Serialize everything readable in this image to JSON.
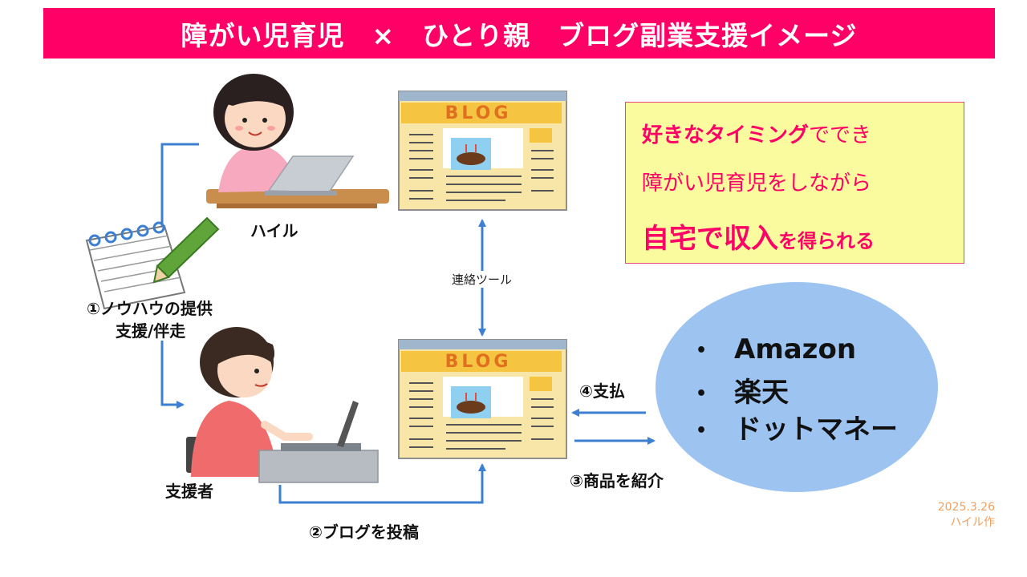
{
  "title": "障がい児育児　×　ひとり親　ブログ副業支援イメージ",
  "labels": {
    "person_top": "ハイル",
    "person_bottom": "支援者",
    "step1_line1": "①ノウハウの提供",
    "step1_line2": "支援/伴走",
    "step2": "②ブログを投稿",
    "step3": "③商品を紹介",
    "step4": "④支払",
    "contact_tool": "連絡ツール"
  },
  "blog": {
    "logo": "BLOG"
  },
  "benefits": {
    "line1_highlight": "好きなタイミング",
    "line1_rest": "ででき",
    "line2": "障がい児育児をしながら",
    "line3_a": "自宅で",
    "line3_b": "収入",
    "line3_c": "を得られる"
  },
  "platforms": {
    "bullet": "•",
    "items": [
      "Amazon",
      "楽天",
      "ドットマネー"
    ]
  },
  "footer": {
    "date": "2025.3.26",
    "credit": "ハイル作"
  },
  "colors": {
    "title_bg": "#ff0066",
    "accent": "#ff0066",
    "box_bg": "#fafa9e",
    "ellipse": "#9dc3f0",
    "arrow": "#3d7fd0"
  }
}
